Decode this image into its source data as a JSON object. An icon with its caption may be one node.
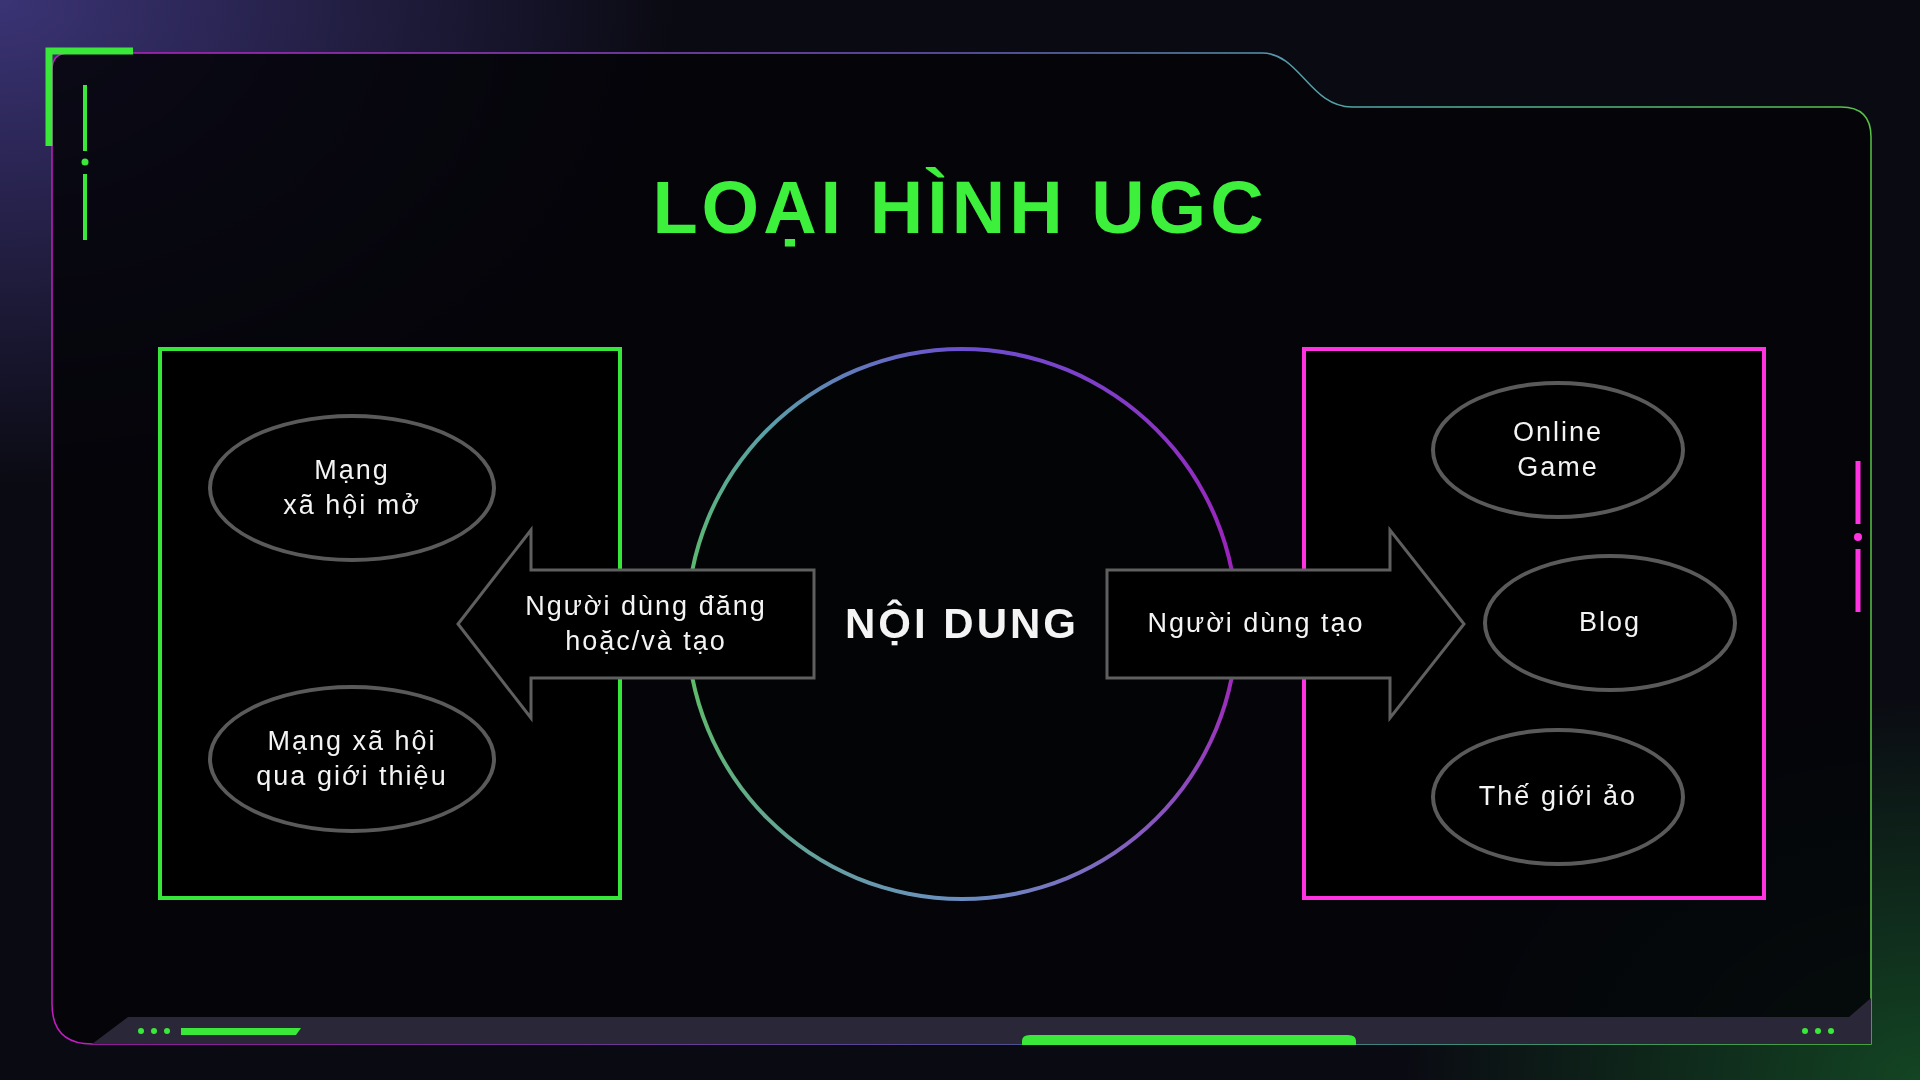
{
  "diagram": {
    "title": "LOẠI HÌNH UGC",
    "nodes": [
      {
        "text": [],
        "shape": "box"
      },
      {
        "text": [
          "Mạng xã hội mở"
        ],
        "in": 0
      },
      {
        "text": [
          "Mạng xã hội qua giới thiệu"
        ],
        "in": 0
      },
      {
        "text": [
          "NỘI DUNG"
        ]
      },
      {
        "text": [],
        "shape": "box"
      },
      {
        "text": [
          "Online Game"
        ],
        "in": 4
      },
      {
        "text": [
          "Blog"
        ],
        "in": 4
      },
      {
        "text": [
          "Thế giới ảo"
        ],
        "in": 4
      }
    ],
    "edges": [
      {
        "from": 3,
        "to": 0,
        "arrow": "to",
        "label": "Người dùng đăng hoặc/và tạo"
      },
      {
        "from": 3,
        "to": 4,
        "arrow": "to",
        "label": "Người dùng tạo"
      }
    ]
  }
}
